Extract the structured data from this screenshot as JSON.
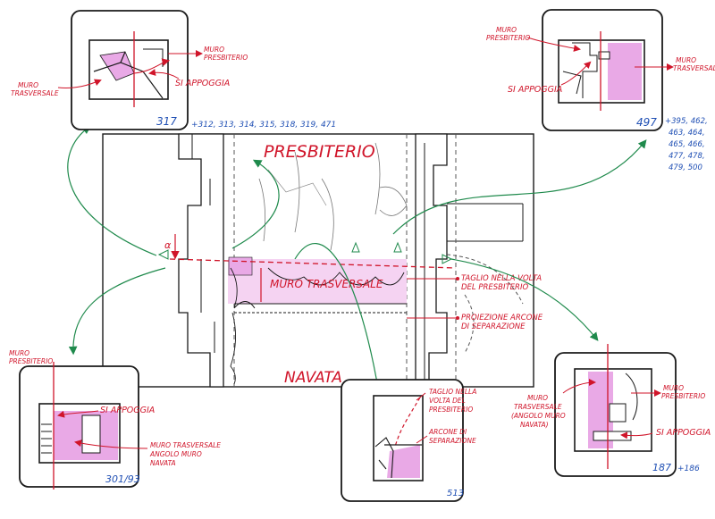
{
  "labels": {
    "presbiterio": "PRESBITERIO",
    "navata": "NAVATA",
    "muro_trasversale_center": "MURO TRASVERSALE",
    "taglio_volta": [
      "TAGLIO NELLA VOLTA",
      "DEL PRESBITERIO"
    ],
    "proiezione_arcone": [
      "PROIEZIONE ARCONE",
      "DI SEPARAZIONE"
    ],
    "alpha": "α"
  },
  "photos": [
    {
      "id": "317",
      "number": "317",
      "extra": "+312, 313, 314, 315, 318, 319, 471",
      "notes": {
        "muro_presbiterio": [
          "MURO",
          "PRESBITERIO"
        ],
        "si_appoggia": "SI APPOGGIA",
        "muro_trasversale": [
          "MURO",
          "TRASVERSALE"
        ]
      }
    },
    {
      "id": "497",
      "number": "497",
      "extra": [
        "+395, 462,",
        "463, 464,",
        "465, 466,",
        "477, 478,",
        "479, 500"
      ],
      "notes": {
        "muro_presbiterio": [
          "MURO",
          "PRESBITERIO"
        ],
        "si_appoggia": "SI APPOGGIA",
        "muro_trasversale": [
          "MURO",
          "TRASVERSALE"
        ]
      }
    },
    {
      "id": "301",
      "number": "301/93",
      "notes": {
        "muro_presbiterio": [
          "MURO",
          "PRESBITERIO"
        ],
        "si_appoggia": "SI APPOGGIA",
        "muro_trasversale": [
          "MURO TRASVERSALE",
          "ANGOLO MURO",
          "NAVATA"
        ]
      }
    },
    {
      "id": "513",
      "number": "513",
      "notes": {
        "taglio": [
          "TAGLIO NELLA",
          "VOLTA DEL",
          "PRESBITERIO"
        ],
        "arcone": [
          "ARCONE DI",
          "SEPARAZIONE"
        ]
      }
    },
    {
      "id": "187",
      "number": "187",
      "extra": "+186",
      "notes": {
        "muro_presbiterio": [
          "MURO",
          "PRESBITERIO"
        ],
        "muro_trasversale": [
          "MURO",
          "TRASVERSALE",
          "(ANGOLO MURO",
          "NAVATA)"
        ],
        "si_appoggia": "SI APPOGGIA"
      }
    }
  ],
  "colors": {
    "ink": "#1a1a1a",
    "red": "#d0152a",
    "green": "#1f8a4c",
    "blue": "#1f4fb4",
    "pink": "#e9a9e6"
  }
}
